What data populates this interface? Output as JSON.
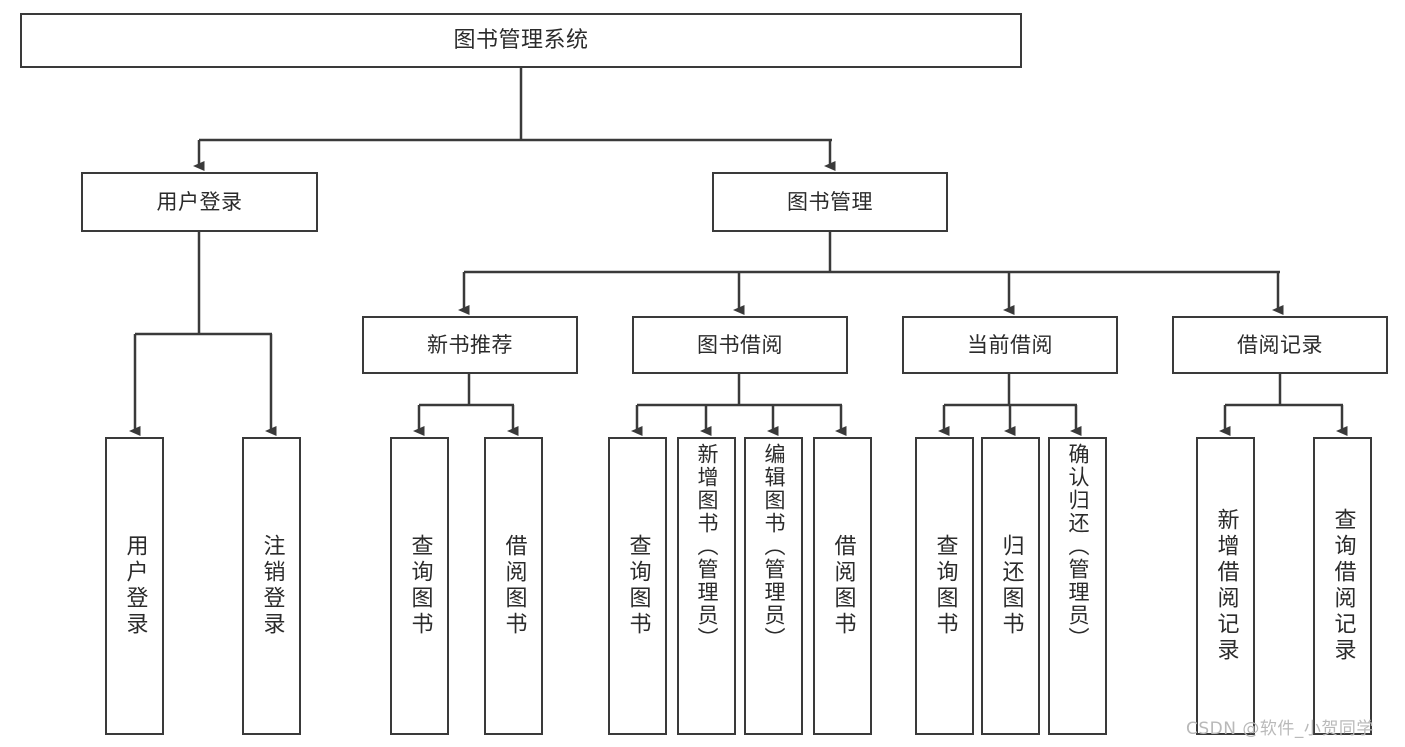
{
  "diagram": {
    "type": "tree",
    "title": "图书管理系统",
    "root": {
      "label": "图书管理系统"
    },
    "level2": [
      {
        "label": "用户登录"
      },
      {
        "label": "图书管理"
      }
    ],
    "level3": [
      {
        "label": "新书推荐"
      },
      {
        "label": "图书借阅"
      },
      {
        "label": "当前借阅"
      },
      {
        "label": "借阅记录"
      }
    ],
    "leaves": {
      "user_login": [
        {
          "label": "用户登录"
        },
        {
          "label": "注销登录"
        }
      ],
      "new_book_recommend": [
        {
          "label": "查询图书"
        },
        {
          "label": "借阅图书"
        }
      ],
      "book_borrow": [
        {
          "label": "查询图书"
        },
        {
          "label": "新增图书（管理员）"
        },
        {
          "label": "编辑图书（管理员）"
        },
        {
          "label": "借阅图书"
        }
      ],
      "current_borrow": [
        {
          "label": "查询图书"
        },
        {
          "label": "归还图书"
        },
        {
          "label": "确认归还（管理员）"
        }
      ],
      "borrow_records": [
        {
          "label": "新增借阅记录"
        },
        {
          "label": "查询借阅记录"
        }
      ]
    }
  },
  "watermark": {
    "text": "CSDN @软件_小贺同学"
  },
  "colors": {
    "stroke": "#3a3a3a",
    "fill": "#ffffff",
    "text": "#2b2b2b",
    "watermark": "#b9b9b9"
  }
}
